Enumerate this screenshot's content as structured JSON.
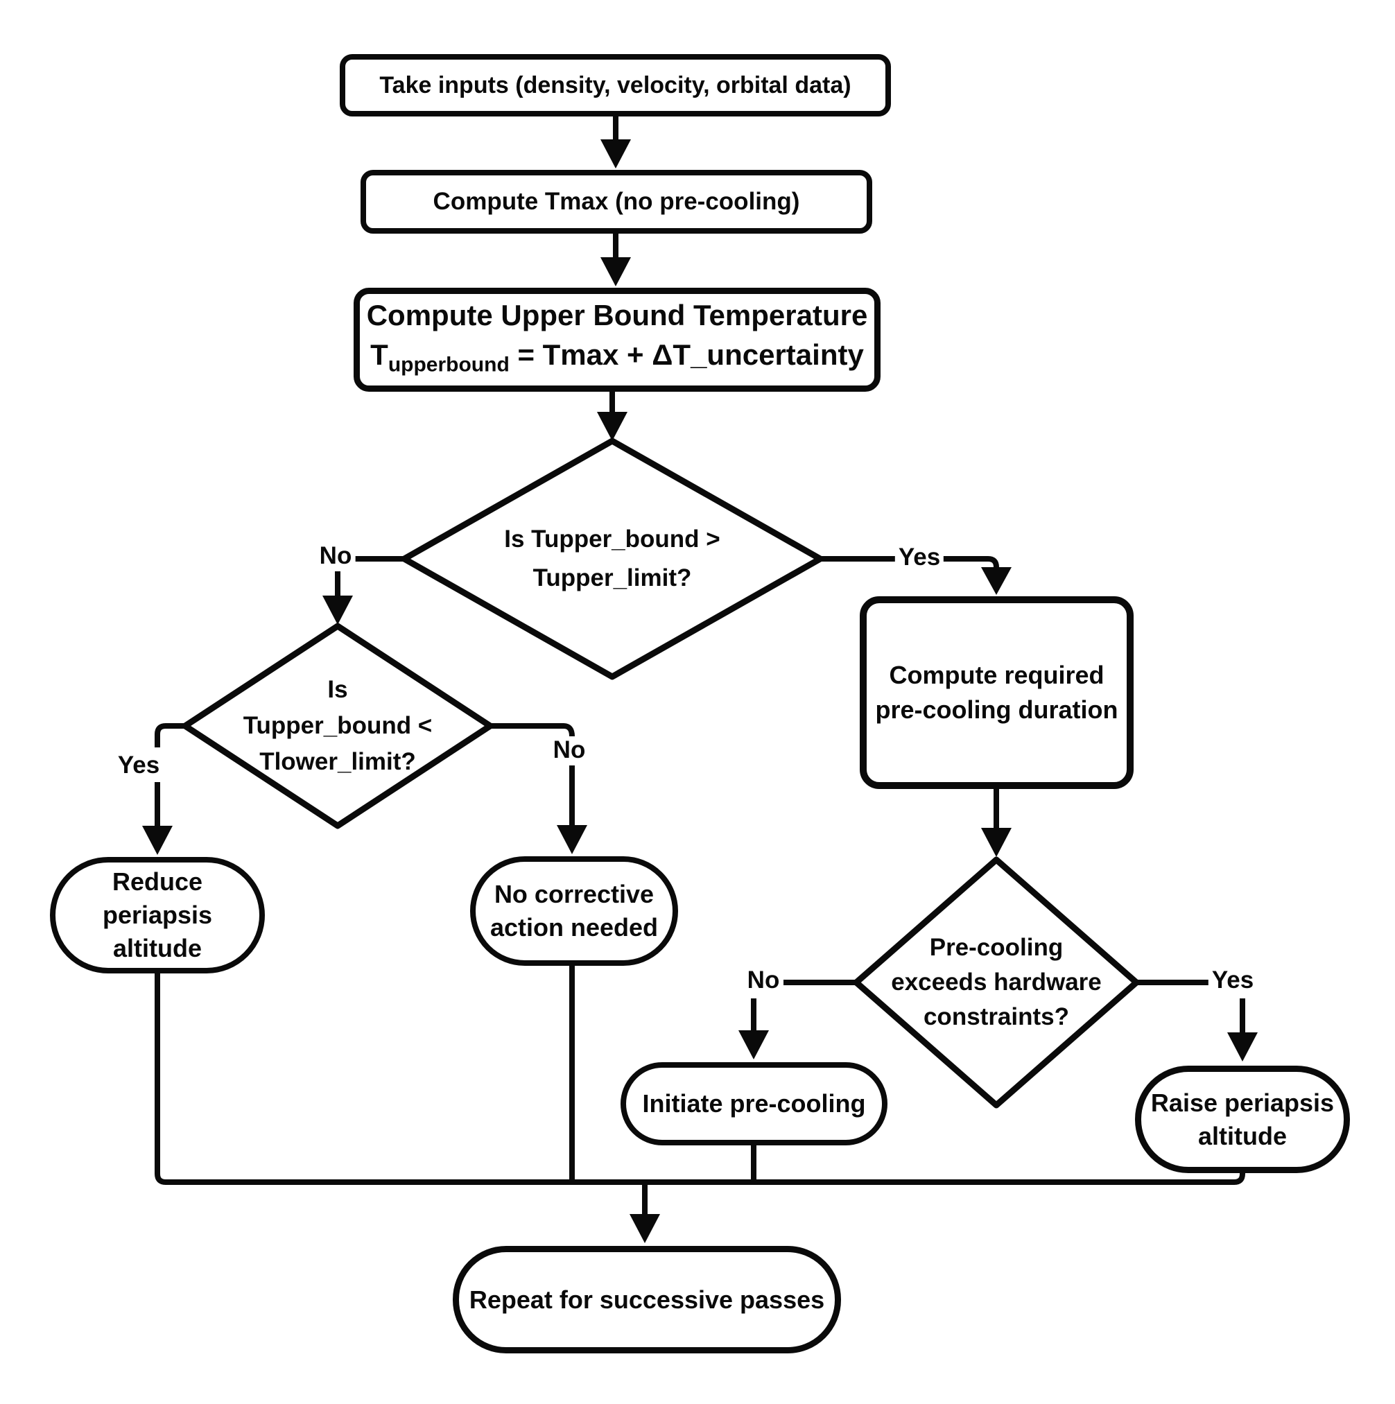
{
  "canvas": {
    "background_color": "#ffffff",
    "stroke_color": "#0a0a0a"
  },
  "nodes": {
    "take_inputs": {
      "label": "Take inputs (density, velocity, orbital data)"
    },
    "compute_tmax": {
      "label": "Compute Tmax (no pre-cooling)"
    },
    "compute_upper_bound": {
      "title": "Compute Upper Bound Temperature",
      "formula_base": "T",
      "formula_subscript": "upperbound",
      "formula_rest": " = Tmax + ΔT_uncertainty"
    },
    "decision_upper_limit": {
      "label": "Is Tupper_bound >\nTupper_limit?"
    },
    "decision_lower_limit": {
      "label": "Is\nTupper_bound <\nTlower_limit?"
    },
    "compute_precooling": {
      "label": "Compute required\npre-cooling duration"
    },
    "decision_hardware": {
      "label": "Pre-cooling\nexceeds hardware\nconstraints?"
    },
    "reduce_periapsis": {
      "label": "Reduce\nperiapsis\naltitude"
    },
    "no_action": {
      "label": "No corrective\naction needed"
    },
    "initiate_precooling": {
      "label": "Initiate pre-cooling"
    },
    "raise_periapsis": {
      "label": "Raise periapsis\naltitude"
    },
    "repeat_passes": {
      "label": "Repeat for successive passes"
    }
  },
  "edge_labels": {
    "d1_no": "No",
    "d1_yes": "Yes",
    "d2_yes": "Yes",
    "d2_no": "No",
    "d3_no": "No",
    "d3_yes": "Yes"
  }
}
